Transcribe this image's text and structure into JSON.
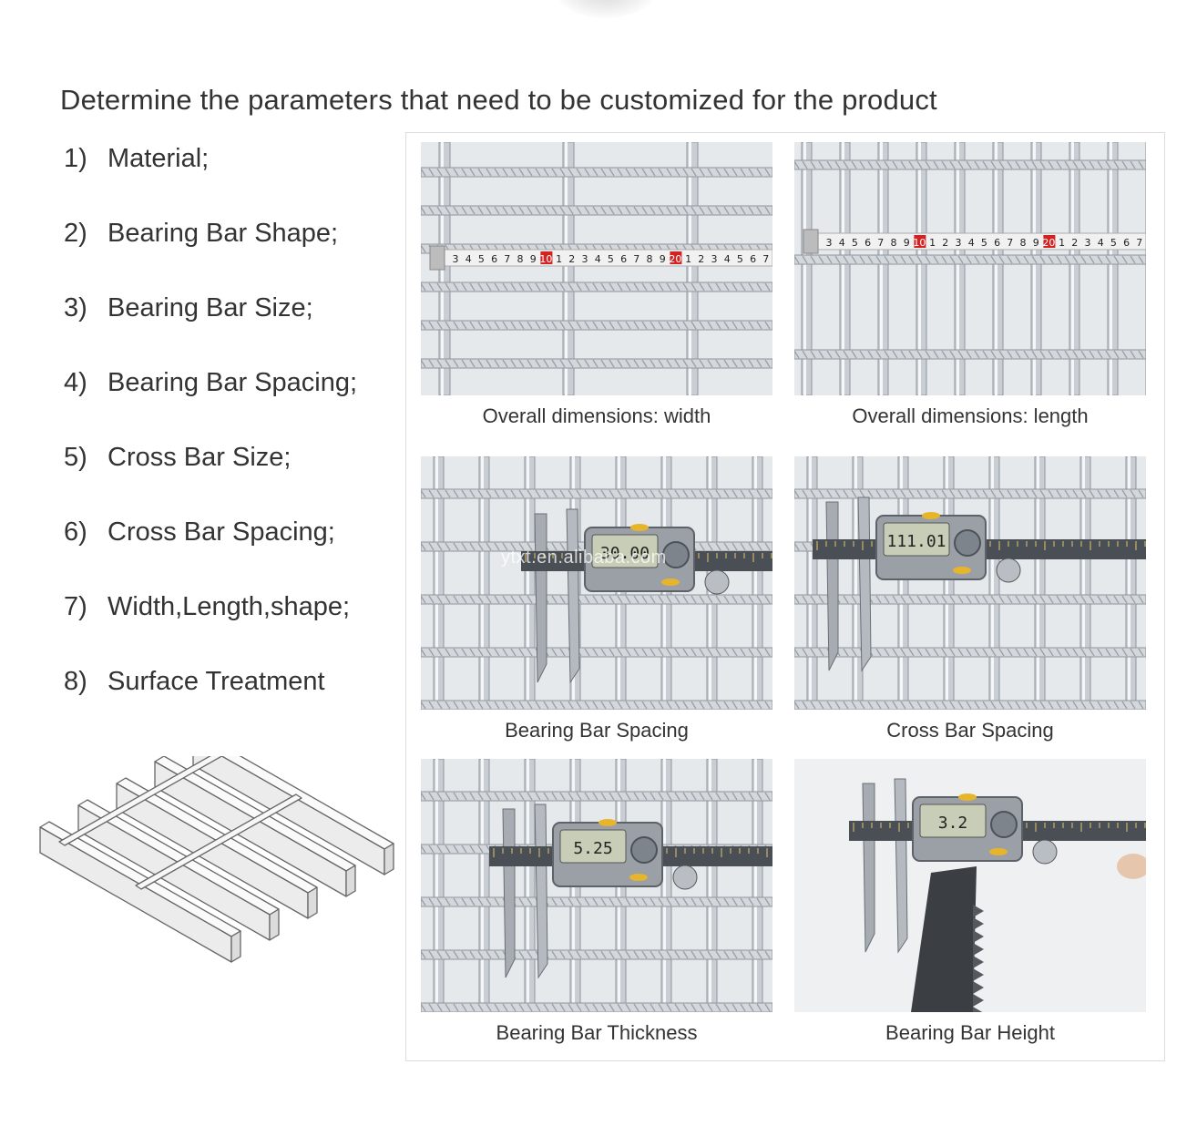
{
  "headline": "Determine the parameters that need to be customized for the product",
  "parameters": [
    {
      "num": "1)",
      "label": "Material;"
    },
    {
      "num": "2)",
      "label": "Bearing Bar Shape;"
    },
    {
      "num": "3)",
      "label": "Bearing Bar Size;"
    },
    {
      "num": "4)",
      "label": "Bearing Bar Spacing;"
    },
    {
      "num": "5)",
      "label": "Cross Bar Size;"
    },
    {
      "num": "6)",
      "label": "Cross Bar Spacing;"
    },
    {
      "num": "7)",
      "label": "Width,Length,shape;"
    },
    {
      "num": "8)",
      "label": "Surface Treatment"
    }
  ],
  "photos": [
    {
      "caption": "Overall dimensions:  width",
      "icon": "ruler-icon",
      "tape_digits": "3 4 5 6 7 8 9 10 1 2 3 4 5 6 7 8 9 20 1 2 3 4 5 6 7"
    },
    {
      "caption": "Overall dimensions:  length",
      "icon": "ruler-icon",
      "tape_digits": "3 4 5 6 7 8 9 10 1 2 3 4 5 6 7 8 9 20 1 2 3 4 5 6 7"
    },
    {
      "caption": "Bearing Bar Spacing",
      "icon": "caliper-icon",
      "readout": "30.00",
      "watermark": "ytxt.en.alibaba.com"
    },
    {
      "caption": "Cross Bar  Spacing",
      "icon": "caliper-icon",
      "readout": "111.01"
    },
    {
      "caption": "Bearing Bar Thickness",
      "icon": "caliper-icon",
      "readout": "5.25"
    },
    {
      "caption": "Bearing Bar Height",
      "icon": "caliper-icon",
      "readout": "3.2"
    }
  ],
  "colors": {
    "text": "#333333",
    "steel": "#c9ced4",
    "steel_dark": "#8e959c",
    "tape": "#f1f1f1",
    "tape_mark": "#d22222",
    "caliper": "#4a4f55",
    "lcd": "#c7cdb6"
  }
}
